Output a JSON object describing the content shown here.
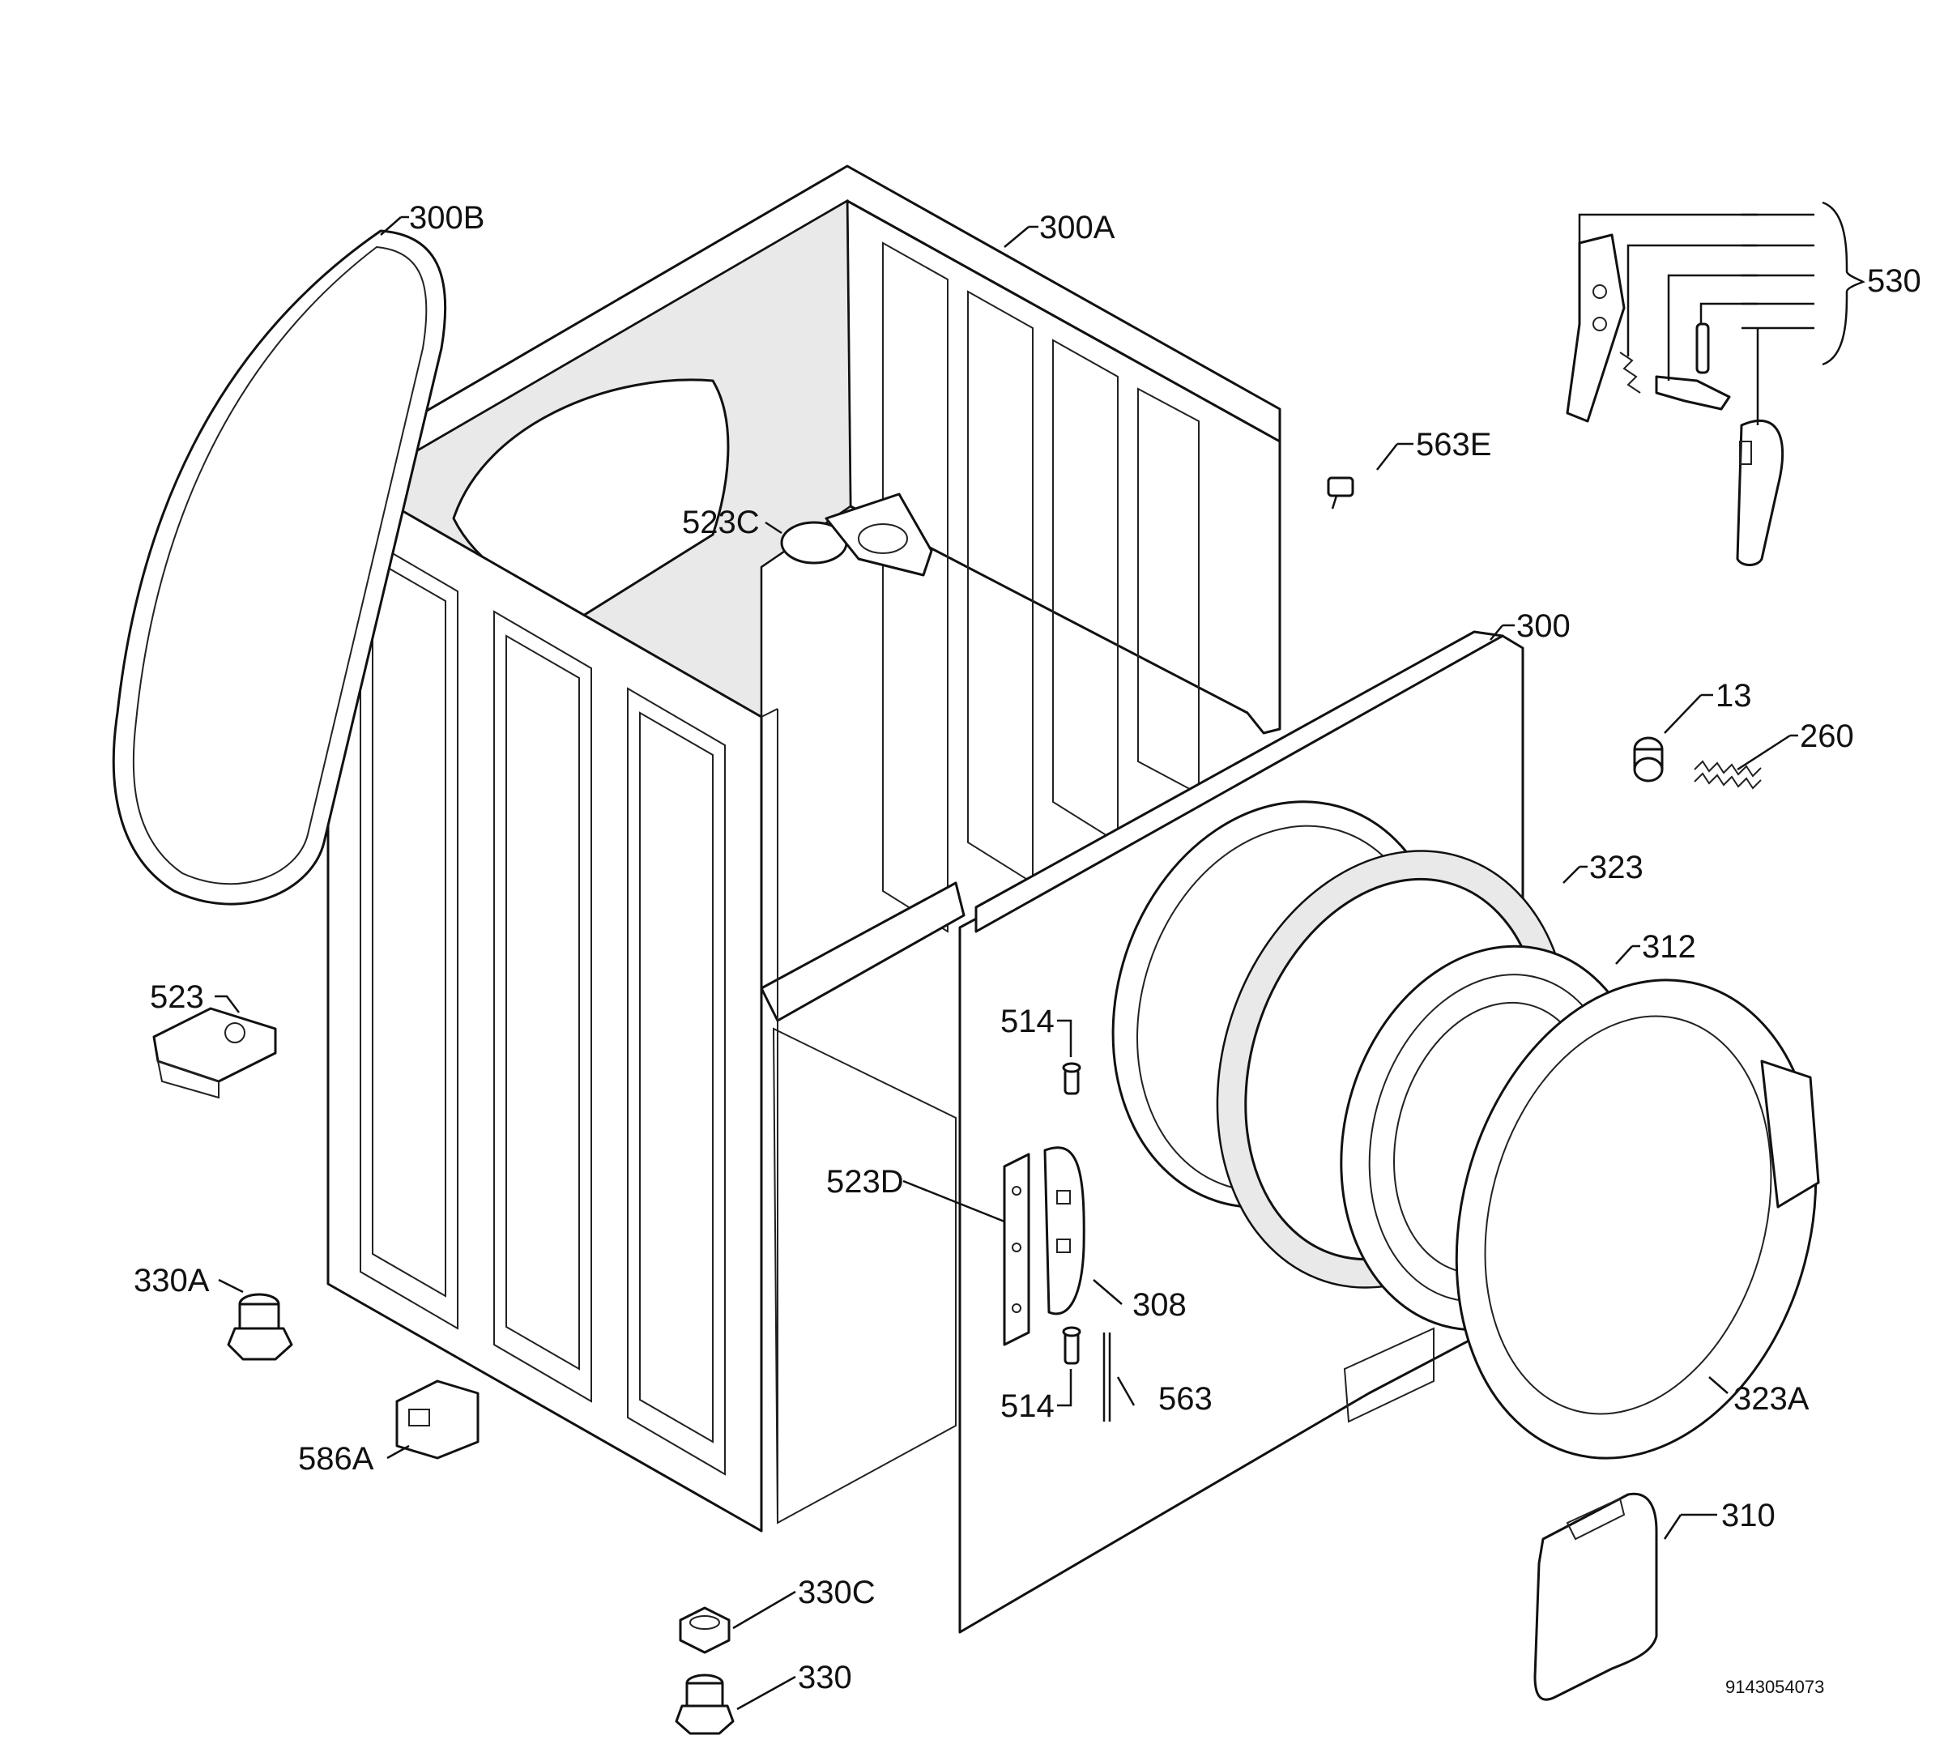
{
  "labels": {
    "l300B": "300B",
    "l300A": "300A",
    "l530": "530",
    "l563E": "563E",
    "l523C": "523C",
    "l300": "300",
    "l13": "13",
    "l260": "260",
    "l323": "323",
    "l312": "312",
    "l523": "523",
    "l514a": "514",
    "l523D": "523D",
    "l308": "308",
    "l330A": "330A",
    "l514b": "514",
    "l563": "563",
    "l323A": "323A",
    "l586A": "586A",
    "l310": "310",
    "l330C": "330C",
    "l330": "330"
  },
  "diagram_code": "9143054073"
}
